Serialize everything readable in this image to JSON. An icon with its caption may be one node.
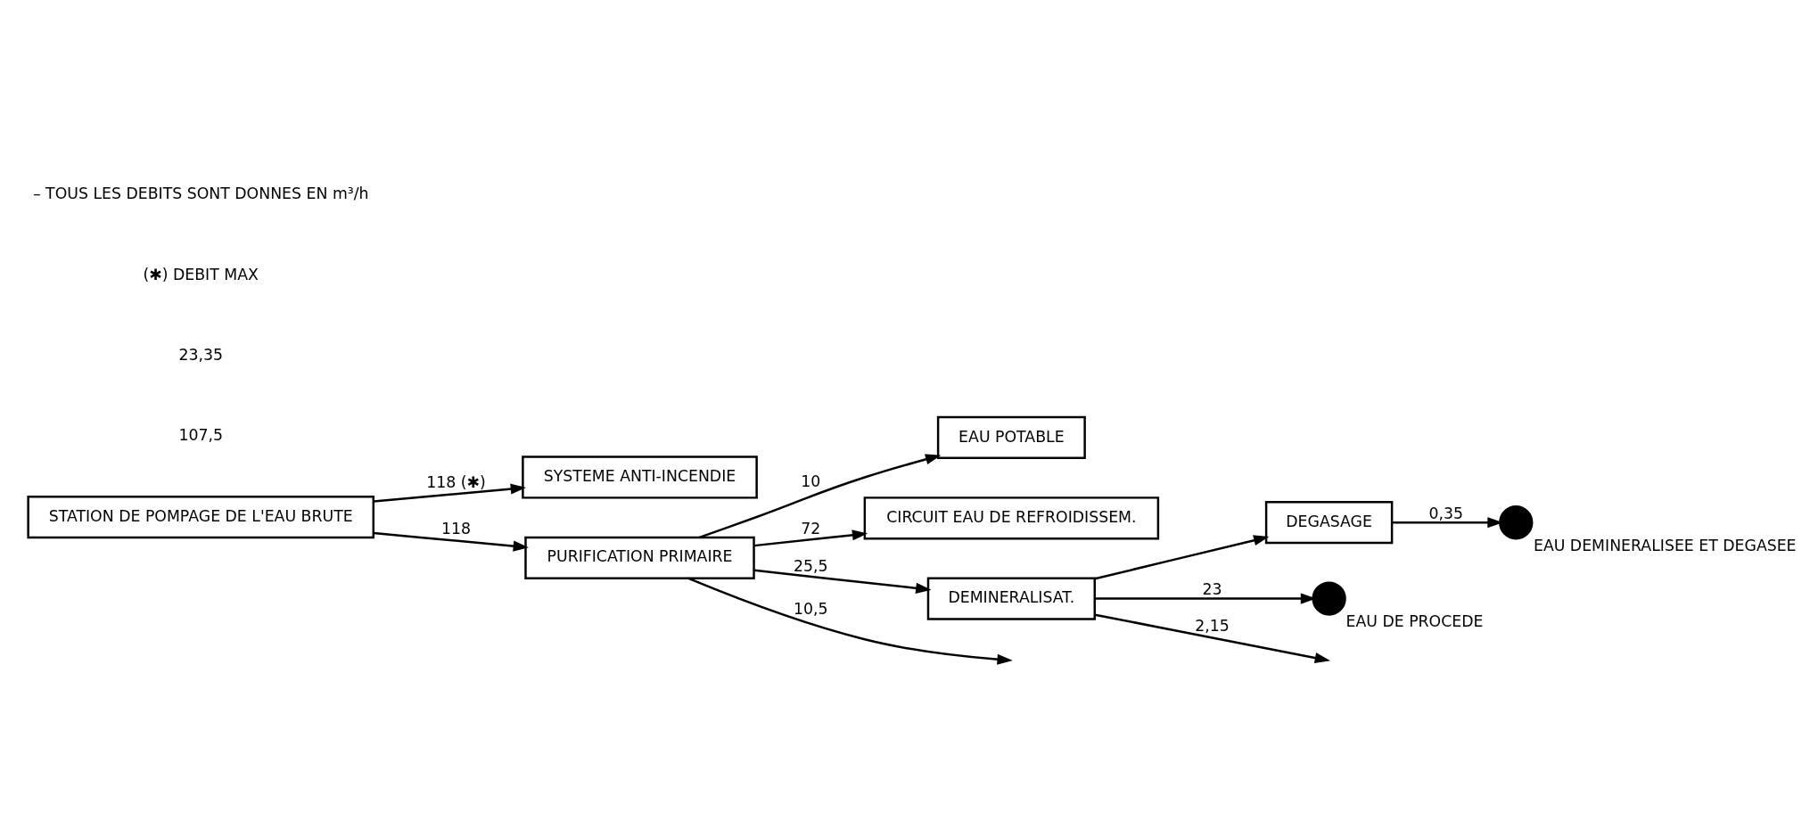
{
  "diagram": {
    "nodes": [
      {
        "text": [
          "STATION DE POMPAGE DE L'EAU BRUTE"
        ]
      },
      {
        "text": [
          "SYSTEME ANTI-INCENDIE"
        ]
      },
      {
        "text": [
          "PURIFICATION PRIMAIRE"
        ]
      },
      {
        "text": [
          "EAU POTABLE"
        ]
      },
      {
        "text": [
          "CIRCUIT EAU DE REFROIDISSEM."
        ]
      },
      {
        "text": [
          "DEMINERALISAT."
        ]
      },
      {
        "text": [
          "DEGASAGE"
        ]
      },
      {
        "text": [],
        "shape": "circle",
        "beside": [
          "EAU DE PROCEDE"
        ]
      },
      {
        "text": [],
        "shape": "circle",
        "beside": [
          "EAU DEMINERALISEE ET DEGASEE"
        ]
      }
    ],
    "edges": [
      {
        "from": 0,
        "to": 1,
        "arrow": "to",
        "label": "118 (✱)"
      },
      {
        "from": 0,
        "to": 2,
        "arrow": "to",
        "label": "118"
      },
      {
        "from": 2,
        "to": 3,
        "arrow": "to",
        "label": "10"
      },
      {
        "from": 2,
        "to": 4,
        "arrow": "to",
        "label": "72"
      },
      {
        "from": 2,
        "to": 5,
        "arrow": "to",
        "label": "25,5"
      },
      {
        "from": 2,
        "to": null,
        "arrow": "to",
        "label": "10,5"
      },
      {
        "from": 5,
        "to": null,
        "arrow": "to",
        "label": "2,15"
      },
      {
        "from": 5,
        "to": 7,
        "arrow": "to",
        "label": "23"
      },
      {
        "from": 5,
        "to": 6,
        "arrow": "to"
      },
      {
        "from": 6,
        "to": 8,
        "arrow": "to",
        "label": "0,35"
      }
    ],
    "labels": [
      "107,5",
      "23,35",
      "(✱) DEBIT MAX",
      "– TOUS LES DEBITS SONT DONNES EN m³/h"
    ]
  }
}
